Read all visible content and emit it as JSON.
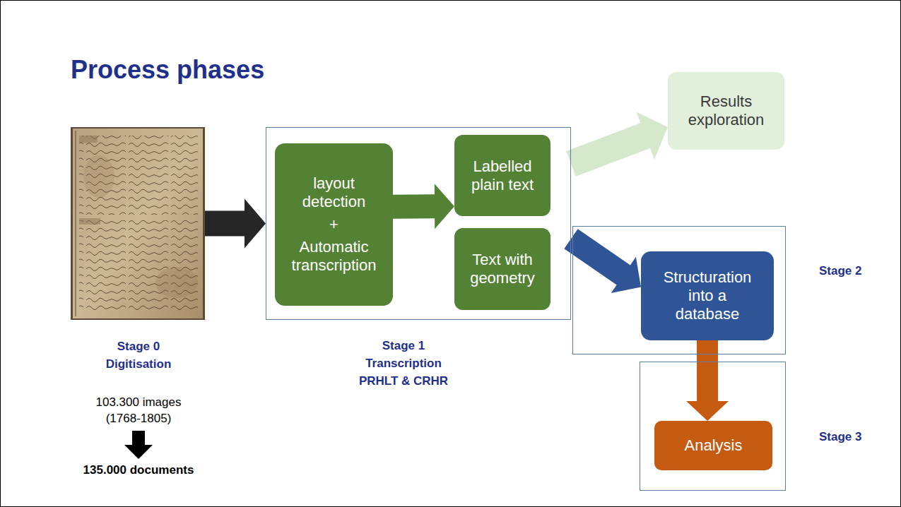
{
  "diagram": {
    "title": "Process phases",
    "nodes": [
      {
        "text": [
          "Stage 0 Digitisation",
          "103.300 images (1768-1805)",
          "135.000 documents"
        ]
      },
      {
        "text": [
          "Stage 1 Transcription PRHLT & CRHR"
        ]
      },
      {
        "text": [
          "layout detection",
          "+",
          "Automatic transcription"
        ],
        "in": 1
      },
      {
        "text": [
          "Labelled plain text"
        ],
        "in": 1
      },
      {
        "text": [
          "Text with geometry"
        ],
        "in": 1
      },
      {
        "text": [
          "Results exploration"
        ]
      },
      {
        "text": [
          "Stage 2"
        ]
      },
      {
        "text": [
          "Structuration into a database"
        ],
        "in": 6
      },
      {
        "text": [
          "Stage 3"
        ]
      },
      {
        "text": [
          "Analysis"
        ],
        "in": 8
      }
    ],
    "edges": [
      {
        "from": 0,
        "to": 1,
        "arrow": "to"
      },
      {
        "from": 2,
        "to": 3,
        "arrow": "to"
      },
      {
        "from": 1,
        "to": 5,
        "arrow": "to"
      },
      {
        "from": 1,
        "to": 7,
        "arrow": "to"
      },
      {
        "from": 7,
        "to": 9,
        "arrow": "to"
      }
    ]
  }
}
